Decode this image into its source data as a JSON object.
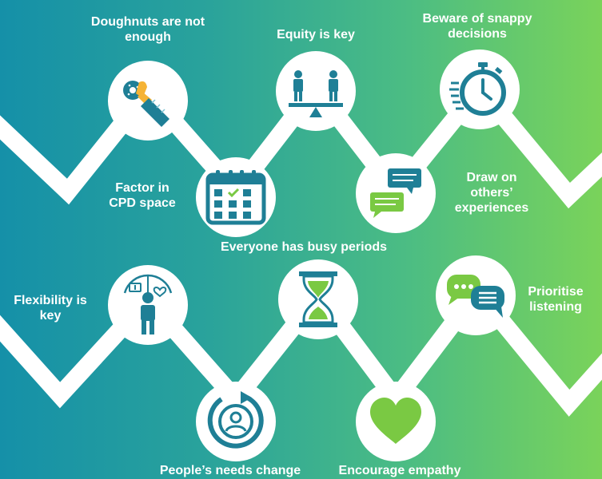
{
  "colors": {
    "teal": "#1f7f96",
    "green": "#7ac943",
    "white": "#ffffff"
  },
  "top": {
    "labels": {
      "doughnuts": [
        "Doughnuts are not",
        "enough"
      ],
      "equity": [
        "Equity is key"
      ],
      "snappy": [
        "Beware of snappy",
        "decisions"
      ],
      "cpd": [
        "Factor in",
        "CPD space"
      ],
      "others": [
        "Draw on",
        "others’",
        "experiences"
      ],
      "busy": [
        "Everyone has busy periods"
      ]
    },
    "icons": [
      "doughnut-hand-icon",
      "balance-scale-icon",
      "stopwatch-icon",
      "calendar-icon",
      "chat-bubbles-icon"
    ]
  },
  "bottom": {
    "labels": {
      "flexibility": [
        "Flexibility is",
        "key"
      ],
      "prioritise": [
        "Prioritise",
        "listening"
      ],
      "needs": [
        "People’s needs change"
      ],
      "empathy": [
        "Encourage empathy"
      ]
    },
    "icons": [
      "person-choices-icon",
      "hourglass-icon",
      "speech-bubbles-icon",
      "person-cycle-icon",
      "heart-icon"
    ]
  }
}
